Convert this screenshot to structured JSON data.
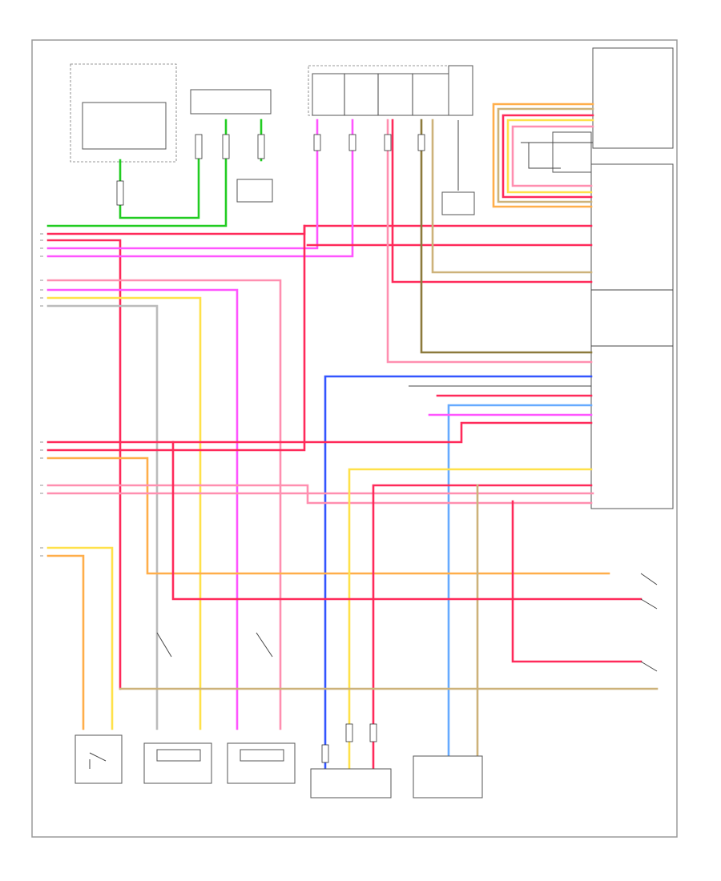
{
  "diagram": {
    "type": "automotive wiring diagram",
    "page_ref": "",
    "components": [
      {
        "id": "seat-belt-warning-module",
        "label": ""
      },
      {
        "id": "inflatable-restraint-sensing-module",
        "label": ""
      },
      {
        "id": "fuse-block",
        "label": ""
      },
      {
        "id": "passenger-presence-module",
        "label": ""
      },
      {
        "id": "driver-seat-belt-switch",
        "label": ""
      },
      {
        "id": "passenger-seat-belt-switch",
        "label": ""
      },
      {
        "id": "driver-seat-position-sensor",
        "label": ""
      },
      {
        "id": "passenger-seat-position-sensor",
        "label": ""
      },
      {
        "id": "driver-pretensioner",
        "label": ""
      },
      {
        "id": "passenger-pretensioner",
        "label": ""
      },
      {
        "id": "right-side-impact-sensor",
        "label": ""
      },
      {
        "id": "left-side-impact-sensor",
        "label": ""
      },
      {
        "id": "passenger-airbag",
        "label": ""
      }
    ],
    "wire_colors": {
      "green": "#22cc22",
      "red": "#ff2a5a",
      "pink": "#ff8fb0",
      "magenta": "#ff55ff",
      "yellow": "#ffe14a",
      "orange": "#ffae4a",
      "tan": "#cdb27a",
      "olive": "#8c7a3c",
      "blue": "#3355ff",
      "light-blue": "#66aaff",
      "gray": "#9a9a9a",
      "black": "#222222"
    }
  }
}
